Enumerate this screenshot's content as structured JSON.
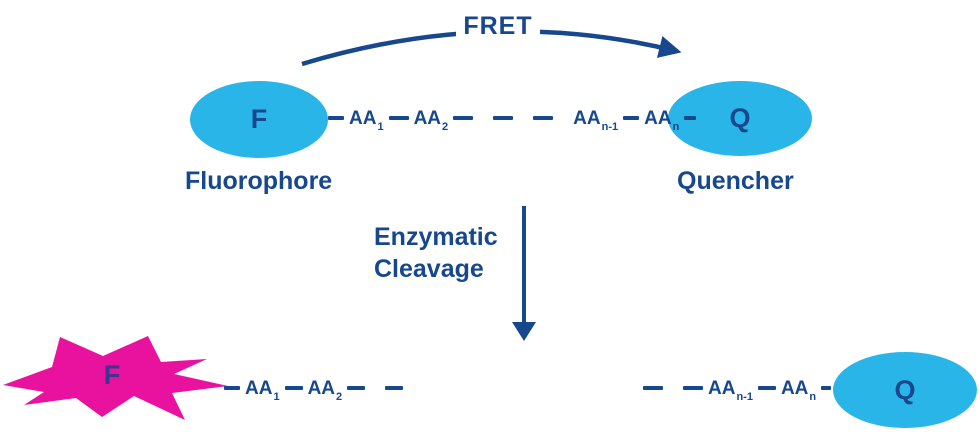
{
  "colors": {
    "navy": "#17478c",
    "cyan": "#29b5e8",
    "magenta": "#e9129e",
    "indigo": "#3a3790"
  },
  "top_row": {
    "fret_arrow_label": "FRET",
    "fluorophore": {
      "letter": "F",
      "caption": "Fluorophore"
    },
    "quencher": {
      "letter": "Q",
      "caption": "Quencher"
    },
    "chain": {
      "aa1": {
        "base": "AA",
        "sub": "1"
      },
      "aa2": {
        "base": "AA",
        "sub": "2"
      },
      "aan_minus1": {
        "base": "AA",
        "sub": "n-1"
      },
      "aan": {
        "base": "AA",
        "sub": "n"
      }
    }
  },
  "process": {
    "label_line1": "Enzymatic",
    "label_line2": "Cleavage"
  },
  "bottom_row": {
    "cleaved_fluorophore": {
      "letter": "F"
    },
    "left_fragment_chain": {
      "aa1": {
        "base": "AA",
        "sub": "1"
      },
      "aa2": {
        "base": "AA",
        "sub": "2"
      }
    },
    "right_fragment_chain": {
      "aan_minus1": {
        "base": "AA",
        "sub": "n-1"
      },
      "aan": {
        "base": "AA",
        "sub": "n"
      }
    },
    "cleaved_quencher": {
      "letter": "Q"
    }
  }
}
